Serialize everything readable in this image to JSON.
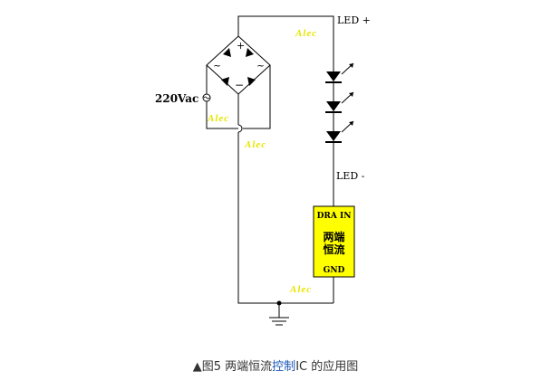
{
  "labels": {
    "led_plus": "LED +",
    "led_minus": "LED -",
    "ac_source": "220Vac",
    "bridge_plus": "+",
    "bridge_minus": "−",
    "bridge_ac_left": "~",
    "bridge_ac_right": "~"
  },
  "ic": {
    "drain": "DRA IN",
    "name_line1": "两端",
    "name_line2": "恒流",
    "gnd": "GND"
  },
  "watermarks": [
    "Alec",
    "Alec",
    "Alec",
    "Alec"
  ],
  "caption": {
    "prefix": "▲图5 两端恒流",
    "link": "控制",
    "suffix": "IC 的应用图"
  },
  "colors": {
    "ic_fill": "#ffff00",
    "watermark": "#e6e600",
    "caption_link": "#1a56b8"
  }
}
